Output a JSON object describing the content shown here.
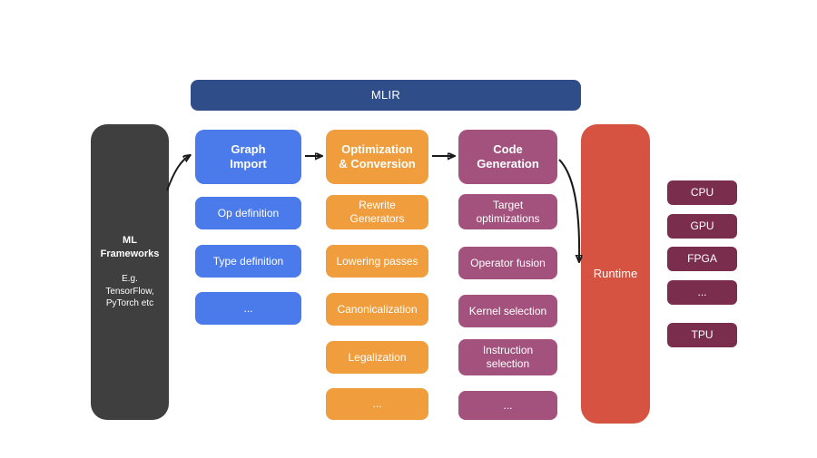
{
  "banner": {
    "label": "MLIR",
    "color": "#2e4d89"
  },
  "frameworks": {
    "title": "ML\nFrameworks",
    "subtitle": "E.g.\nTensorFlow,\nPyTorch etc",
    "color": "#3f3f3f"
  },
  "columns": [
    {
      "header": "Graph\nImport",
      "color": "#4b7bea",
      "items": [
        "Op definition",
        "Type definition",
        "..."
      ]
    },
    {
      "header": "Optimization\n& Conversion",
      "color": "#ef9d3d",
      "items": [
        "Rewrite\nGenerators",
        "Lowering passes",
        "Canonicalization",
        "Legalization",
        "..."
      ]
    },
    {
      "header": "Code\nGeneration",
      "color": "#a3527d",
      "items": [
        "Target\noptimizations",
        "Operator fusion",
        "Kernel selection",
        "Instruction\nselection",
        "..."
      ]
    }
  ],
  "runtime": {
    "label": "Runtime",
    "color": "#d65241"
  },
  "targets": {
    "color": "#7b2d4e",
    "items": [
      "CPU",
      "GPU",
      "FPGA",
      "...",
      "TPU"
    ]
  }
}
